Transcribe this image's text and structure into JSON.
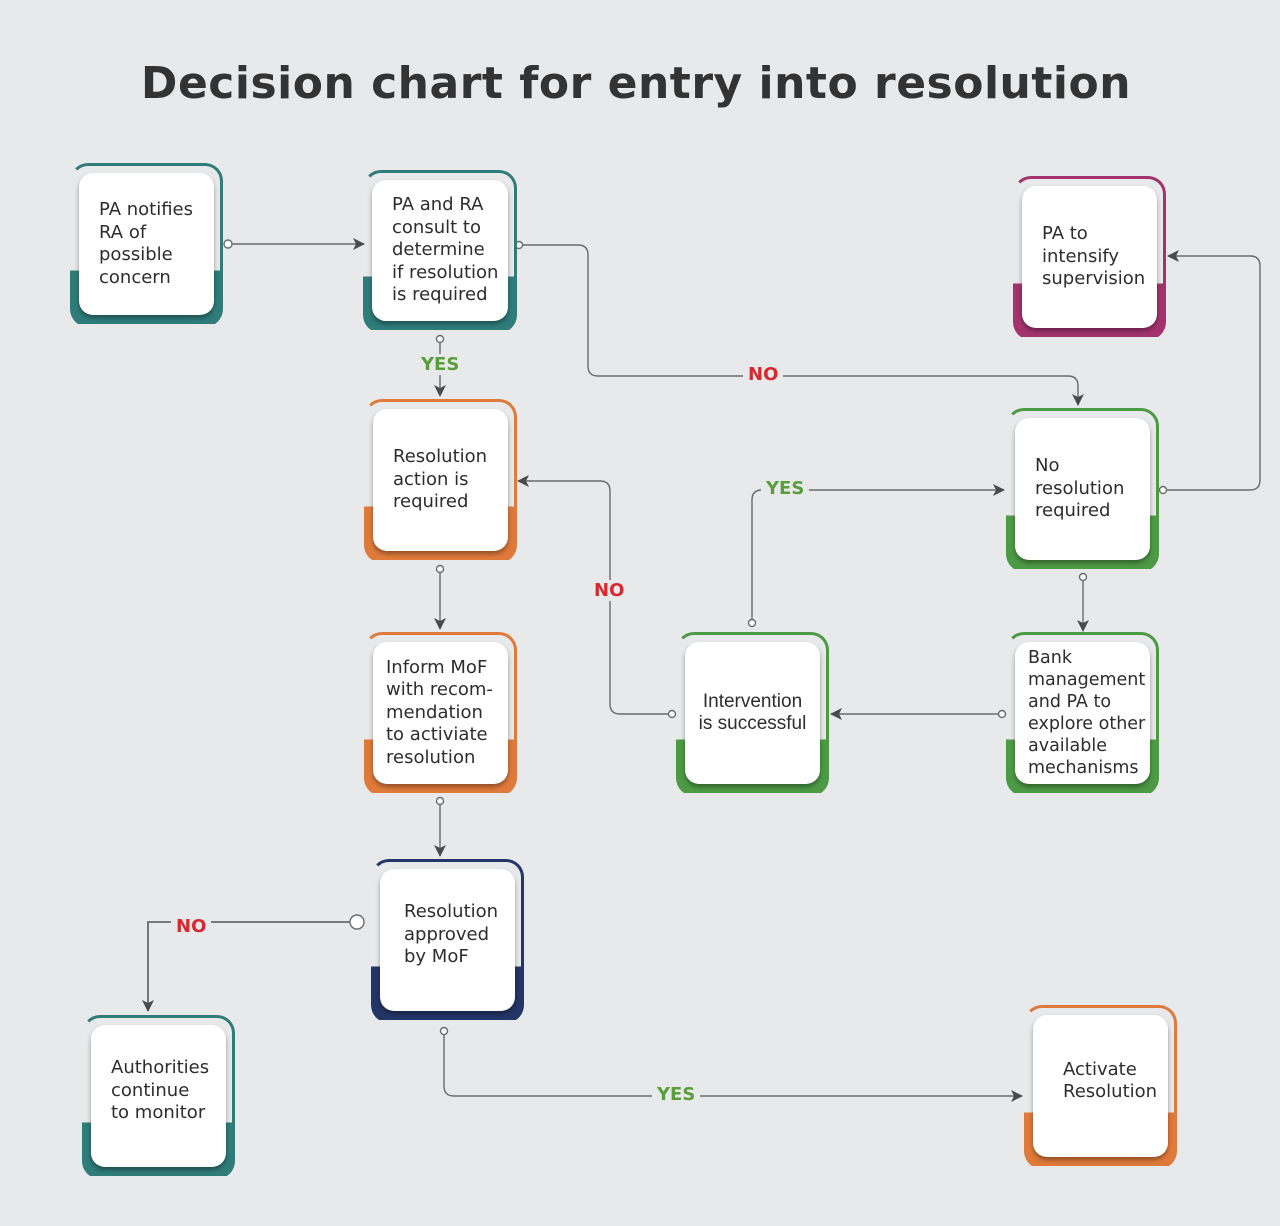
{
  "title": "Decision chart for entry into resolution",
  "colors": {
    "teal": "#2f7c7a",
    "orange": "#e07a3a",
    "green": "#4d9a45",
    "magenta": "#a3336f",
    "navy": "#233668",
    "yes": "#5a9e3c",
    "no": "#d8282f",
    "connector": "#6b6b6b"
  },
  "nodes": {
    "pa_notifies": "PA notifies\nRA of\npossible\nconcern",
    "pa_ra_consult": "PA and RA\nconsult to\ndetermine\nif resolution\nis required",
    "pa_intensify": "PA to\nintensify\nsupervision",
    "resolution_required": "Resolution\naction is\nrequired",
    "no_resolution": "No\nresolution\nrequired",
    "inform_mof": "Inform MoF\nwith recom-\nmendation\nto activiate\nresolution",
    "intervention": "Intervention\nis successful",
    "bank_management": "Bank\nmanagement\nand PA to\nexplore other\navailable\nmechanisms",
    "approved_mof": "Resolution\napproved\nby MoF",
    "authorities_monitor": "Authorities\ncontinue\nto monitor",
    "activate_resolution": "Activate\nResolution"
  },
  "edge_labels": {
    "yes_consult": "YES",
    "no_consult": "NO",
    "yes_intervention": "YES",
    "no_intervention": "NO",
    "no_mof": "NO",
    "yes_mof": "YES"
  }
}
